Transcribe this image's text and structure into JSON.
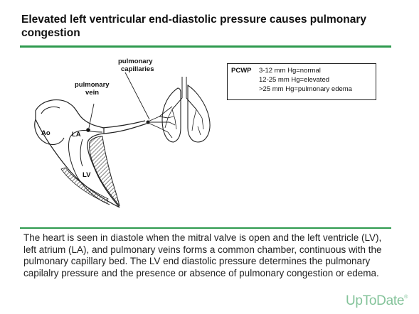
{
  "title": "Elevated left ventricular end-diastolic pressure causes pulmonary congestion",
  "diagram": {
    "labels": {
      "pulmonary_capillaries": [
        "pulmonary",
        "capillaries"
      ],
      "pulmonary_vein": [
        "pulmonary",
        "vein"
      ],
      "ao": "Ao",
      "la": "LA",
      "lv": "LV"
    }
  },
  "legend": {
    "key": "PCWP",
    "lines": [
      "3-12 mm Hg=normal",
      "12-25 mm Hg=elevated",
      ">25 mm Hg=pulmonary edema"
    ]
  },
  "caption": "The heart is seen in diastole when the mitral valve is open and the left ventricle (LV), left atrium (LA), and pulmonary veins forms a common chamber, continuous with the pulmonary capillary bed. The LV end diastolic pressure determines the pulmonary capilalry pressure and the presence or absence of pulmonary congestion or edema.",
  "logo": {
    "text": "UpToDate",
    "mark": "®"
  },
  "colors": {
    "accent_rule": "#2e9a4e",
    "logo": "#84c39a",
    "line": "#222222"
  }
}
